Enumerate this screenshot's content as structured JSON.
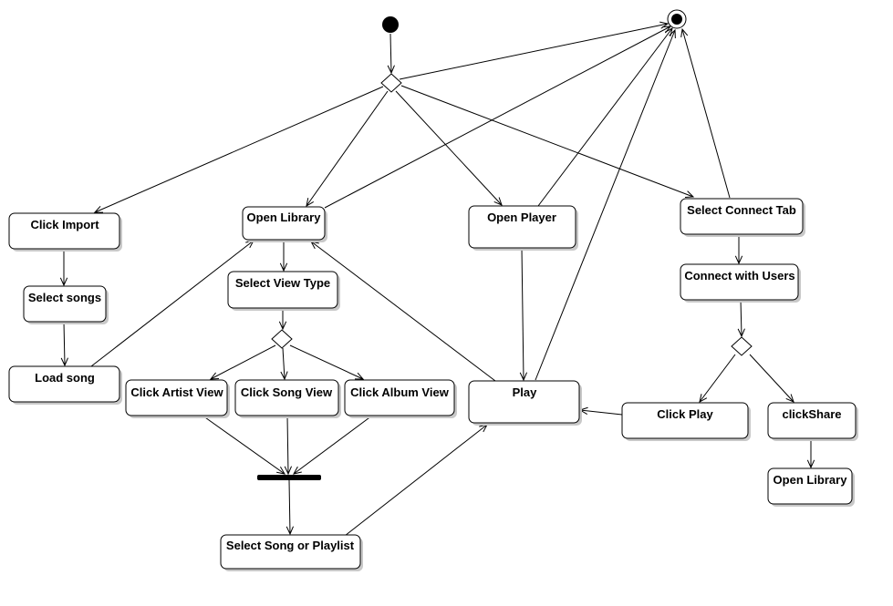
{
  "diagram": {
    "type": "uml-activity",
    "nodes": [
      {
        "id": "click-import",
        "label": "Click Import"
      },
      {
        "id": "select-songs",
        "label": "Select songs"
      },
      {
        "id": "load-song",
        "label": "Load song"
      },
      {
        "id": "open-library",
        "label": "Open Library"
      },
      {
        "id": "select-view-type",
        "label": "Select View Type"
      },
      {
        "id": "click-artist-view",
        "label": "Click Artist View"
      },
      {
        "id": "click-song-view",
        "label": "Click Song View"
      },
      {
        "id": "click-album-view",
        "label": "Click Album View"
      },
      {
        "id": "select-song-or-playlist",
        "label": "Select Song or Playlist"
      },
      {
        "id": "open-player",
        "label": "Open Player"
      },
      {
        "id": "play",
        "label": "Play"
      },
      {
        "id": "select-connect-tab",
        "label": "Select Connect Tab"
      },
      {
        "id": "connect-with-users",
        "label": "Connect with Users"
      },
      {
        "id": "click-play",
        "label": "Click Play"
      },
      {
        "id": "click-share",
        "label": "clickShare"
      },
      {
        "id": "open-library-2",
        "label": "Open Library"
      }
    ],
    "edges": [
      {
        "from": "start",
        "to": "decision-main"
      },
      {
        "from": "decision-main",
        "to": "click-import"
      },
      {
        "from": "decision-main",
        "to": "open-library"
      },
      {
        "from": "decision-main",
        "to": "open-player"
      },
      {
        "from": "decision-main",
        "to": "select-connect-tab"
      },
      {
        "from": "decision-main",
        "to": "end"
      },
      {
        "from": "open-library",
        "to": "end"
      },
      {
        "from": "open-player",
        "to": "end"
      },
      {
        "from": "play",
        "to": "end"
      },
      {
        "from": "select-connect-tab",
        "to": "end"
      },
      {
        "from": "click-import",
        "to": "select-songs"
      },
      {
        "from": "select-songs",
        "to": "load-song"
      },
      {
        "from": "load-song",
        "to": "open-library"
      },
      {
        "from": "open-library",
        "to": "select-view-type"
      },
      {
        "from": "select-view-type",
        "to": "decision-view"
      },
      {
        "from": "decision-view",
        "to": "click-artist-view"
      },
      {
        "from": "decision-view",
        "to": "click-song-view"
      },
      {
        "from": "decision-view",
        "to": "click-album-view"
      },
      {
        "from": "click-artist-view",
        "to": "join-bar"
      },
      {
        "from": "click-song-view",
        "to": "join-bar"
      },
      {
        "from": "click-album-view",
        "to": "join-bar"
      },
      {
        "from": "join-bar",
        "to": "select-song-or-playlist"
      },
      {
        "from": "select-song-or-playlist",
        "to": "play"
      },
      {
        "from": "open-player",
        "to": "play"
      },
      {
        "from": "play",
        "to": "open-library"
      },
      {
        "from": "select-connect-tab",
        "to": "connect-with-users"
      },
      {
        "from": "connect-with-users",
        "to": "decision-connect"
      },
      {
        "from": "decision-connect",
        "to": "click-play"
      },
      {
        "from": "decision-connect",
        "to": "click-share"
      },
      {
        "from": "click-play",
        "to": "play"
      },
      {
        "from": "click-share",
        "to": "open-library-2"
      }
    ]
  }
}
